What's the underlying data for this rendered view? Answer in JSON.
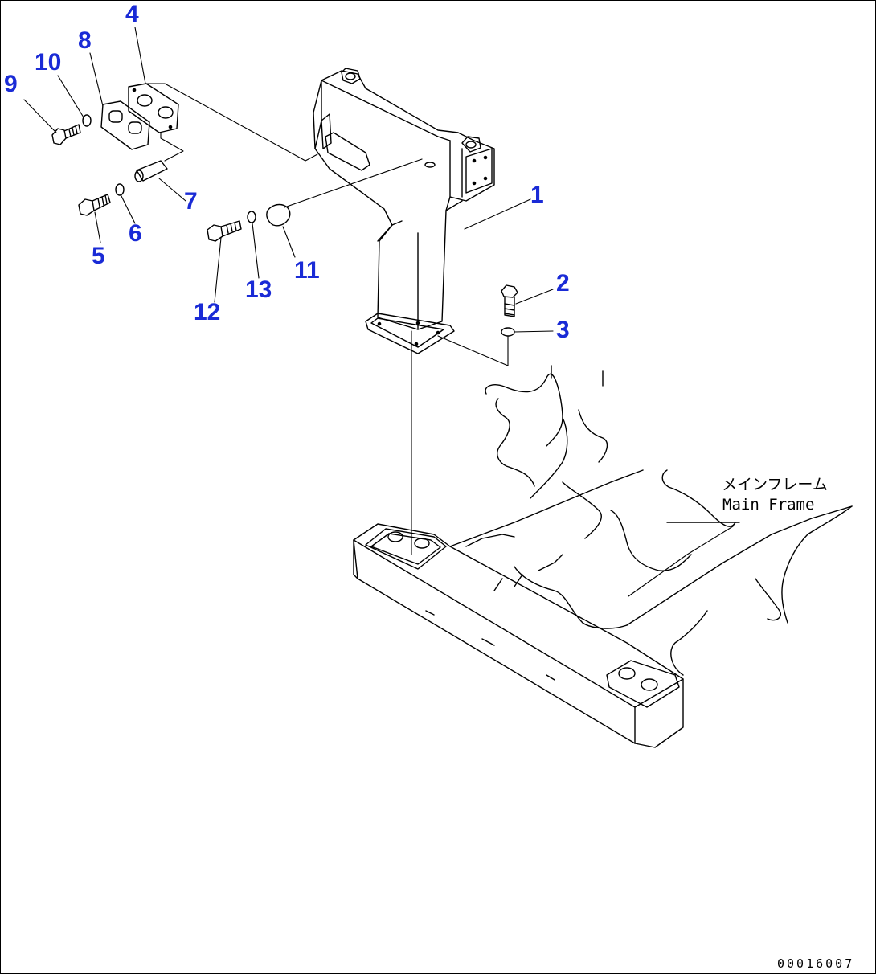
{
  "callouts": {
    "c1": "1",
    "c2": "2",
    "c3": "3",
    "c4": "4",
    "c5": "5",
    "c6": "6",
    "c7": "7",
    "c8": "8",
    "c9": "9",
    "c10": "10",
    "c11": "11",
    "c12": "12",
    "c13": "13"
  },
  "main_frame_label": {
    "japanese": "メインフレーム",
    "english": "Main Frame"
  },
  "drawing_number": "00016007",
  "colors": {
    "callout": "#1a2bd6",
    "line": "#000000",
    "background": "#ffffff"
  }
}
